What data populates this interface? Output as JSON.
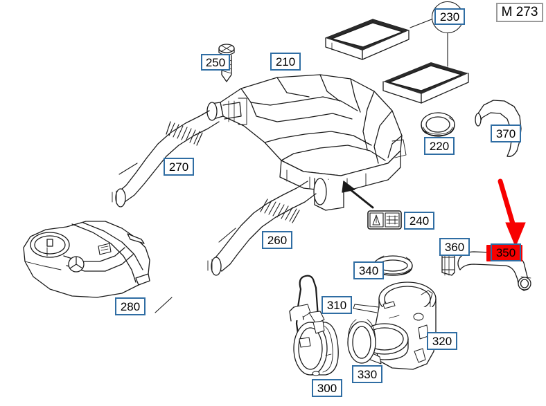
{
  "title_box": {
    "label": "M 273"
  },
  "diagram": {
    "kind": "exploded-parts-diagram",
    "subject": "engine air intake assembly",
    "highlight_color": "#f70000",
    "callout_border_color": "#2f6da3",
    "line_color": "#1a1a1a",
    "background_color": "#ffffff"
  },
  "callouts": [
    {
      "id": "230",
      "label": "230",
      "part": "air-filter-element",
      "shape": "circle"
    },
    {
      "id": "250",
      "label": "250",
      "part": "tapping-screw",
      "shape": "box"
    },
    {
      "id": "210",
      "label": "210",
      "part": "air-filter-housing",
      "shape": "box"
    },
    {
      "id": "220",
      "label": "220",
      "part": "sealing-ring",
      "shape": "box"
    },
    {
      "id": "370",
      "label": "370",
      "part": "vent-hose",
      "shape": "box"
    },
    {
      "id": "270",
      "label": "270",
      "part": "intake-duct-left",
      "shape": "box"
    },
    {
      "id": "240",
      "label": "240",
      "part": "warning-decal",
      "shape": "box"
    },
    {
      "id": "260",
      "label": "260",
      "part": "intake-duct-right",
      "shape": "box"
    },
    {
      "id": "280",
      "label": "280",
      "part": "engine-cover",
      "shape": "box"
    },
    {
      "id": "360",
      "label": "360",
      "part": "hose-clamp",
      "shape": "box"
    },
    {
      "id": "350",
      "label": "350",
      "part": "crankcase-breather-hose",
      "shape": "box",
      "highlighted": true
    },
    {
      "id": "340",
      "label": "340",
      "part": "sealing-ring-throttle",
      "shape": "box"
    },
    {
      "id": "320",
      "label": "320",
      "part": "air-intake-manifold-adapter",
      "shape": "box"
    },
    {
      "id": "330",
      "label": "330",
      "part": "sealing-ring-lower",
      "shape": "box"
    },
    {
      "id": "310",
      "label": "310",
      "part": "gasket-strip",
      "shape": "box"
    },
    {
      "id": "300",
      "label": "300",
      "part": "mass-air-flow-sensor",
      "shape": "box"
    }
  ],
  "annotations": {
    "red_arrow": {
      "points_to": "350",
      "color": "#f70000"
    },
    "pointer_arrow": {
      "points_to": "210",
      "color": "#1a1a1a"
    }
  }
}
